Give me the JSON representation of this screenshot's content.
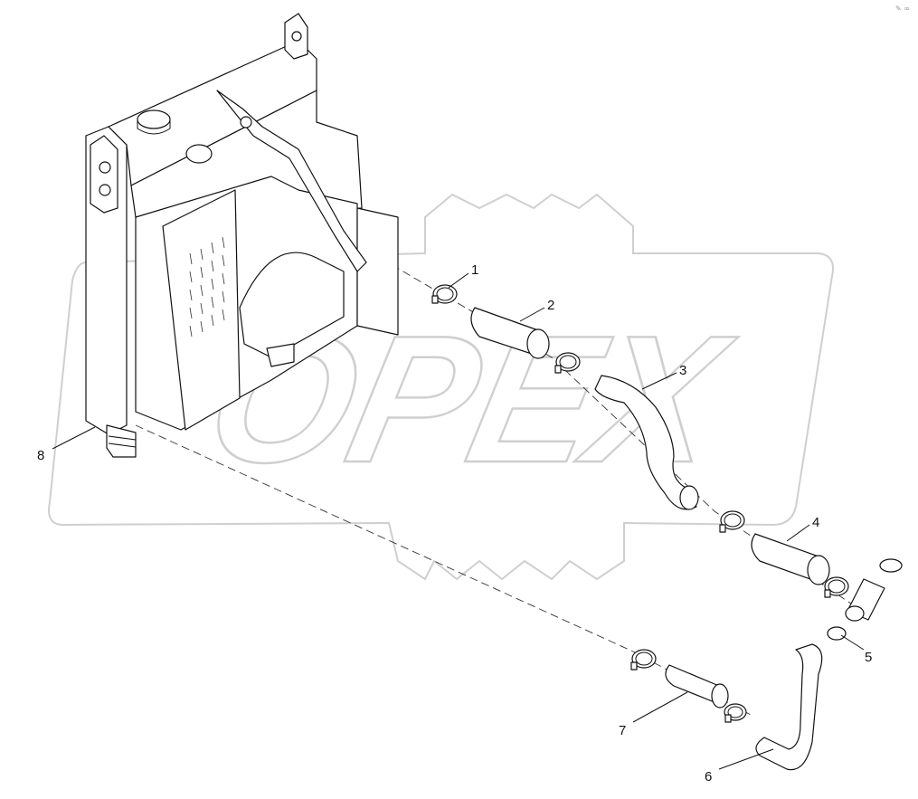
{
  "corner_mark": "✎ ∞",
  "watermark": {
    "text": "OPEX"
  },
  "callouts": [
    {
      "id": "1",
      "label": "1"
    },
    {
      "id": "2",
      "label": "2"
    },
    {
      "id": "3",
      "label": "3"
    },
    {
      "id": "4",
      "label": "4"
    },
    {
      "id": "5",
      "label": "5"
    },
    {
      "id": "6",
      "label": "6"
    },
    {
      "id": "7",
      "label": "7"
    },
    {
      "id": "8",
      "label": "8"
    }
  ]
}
